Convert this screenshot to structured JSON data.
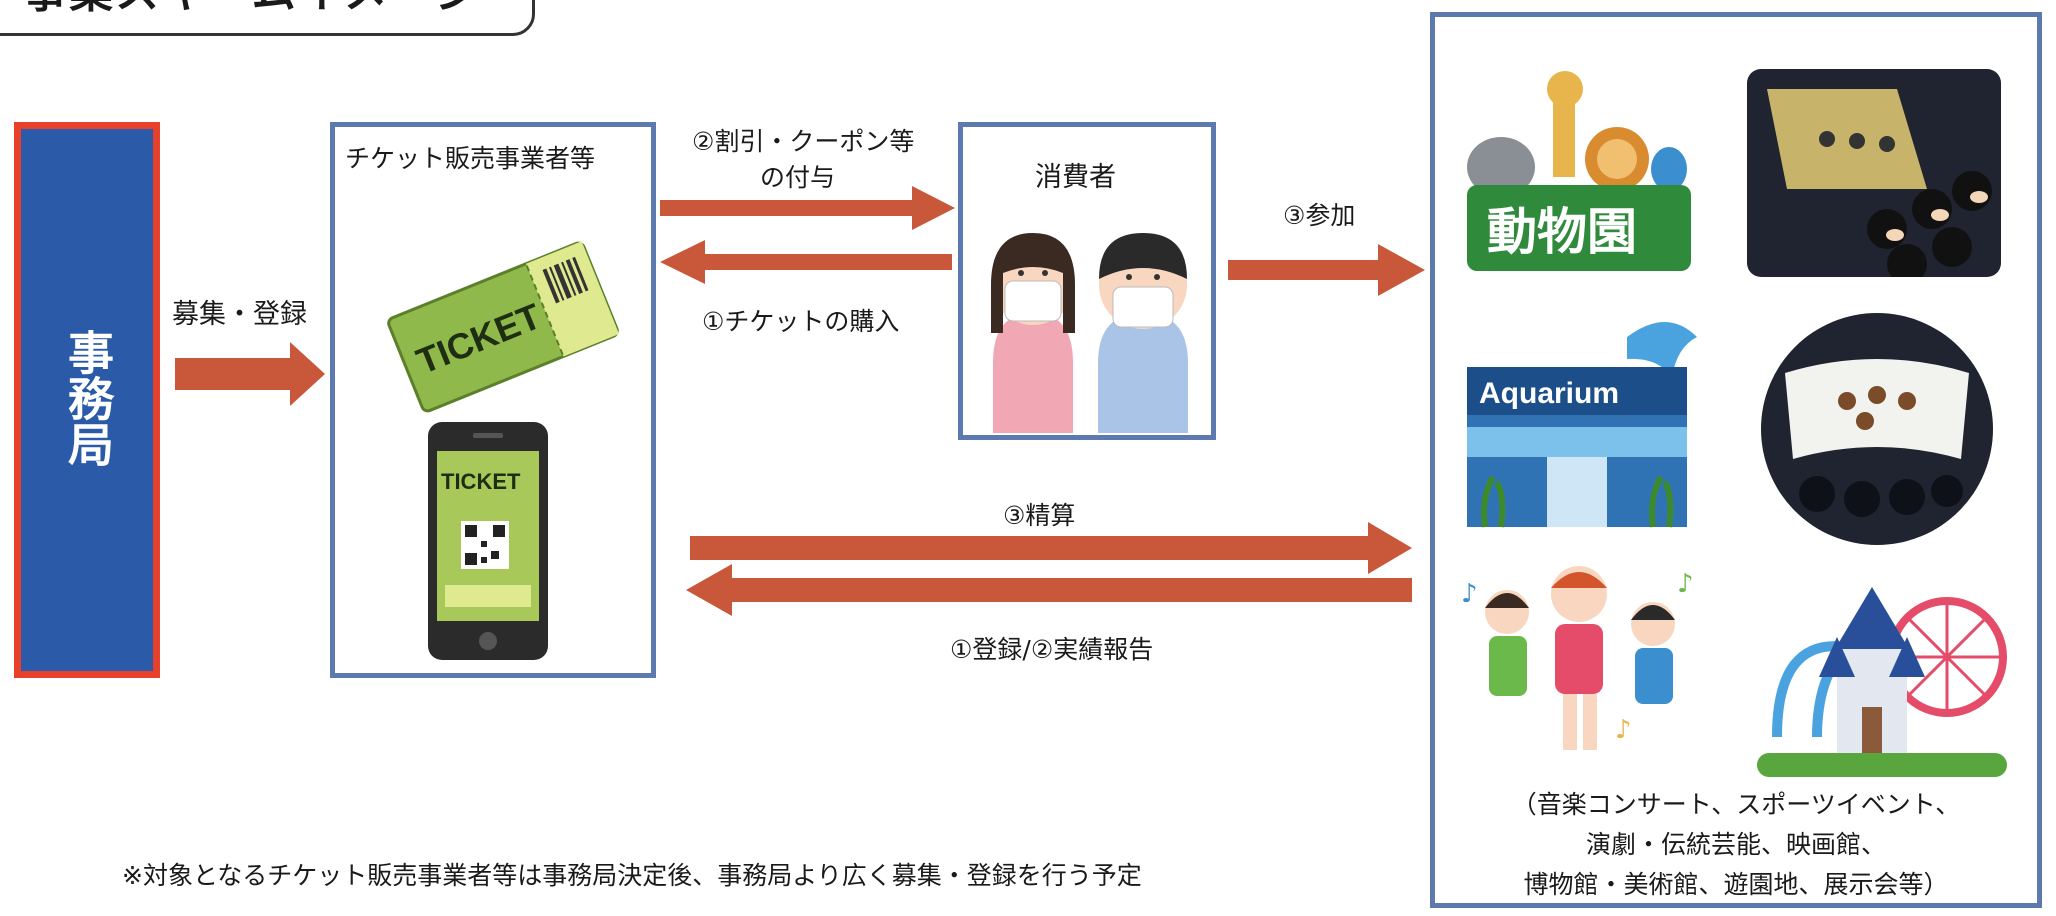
{
  "title": "事業スキームイメージ",
  "office": {
    "label": "事務局"
  },
  "seller": {
    "label": "チケット販売事業者等"
  },
  "consumer": {
    "label": "消費者"
  },
  "ticket": {
    "paper_text": "TICKET",
    "phone_text": "TICKET"
  },
  "flows": {
    "recruit": "募集・登録",
    "discount_line1": "②割引・クーポン等",
    "discount_line2": "の付与",
    "purchase": "①チケットの購入",
    "participate": "③参加",
    "settlement": "③精算",
    "register_report": "①登録/②実績報告"
  },
  "venues": {
    "zoo": "動物園",
    "aquarium": "Aquarium",
    "caption_line1": "（音楽コンサート、スポーツイベント、",
    "caption_line2": "演劇・伝統芸能、映画館、",
    "caption_line3": "博物館・美術館、遊園地、展示会等）"
  },
  "footnote": "※対象となるチケット販売事業者等は事務局決定後、事務局より広く募集・登録を行う予定",
  "colors": {
    "arrow": "#c9573a",
    "box_border": "#5c7ab0",
    "office_fill": "#2a5aa8",
    "office_border": "#e8412b"
  }
}
